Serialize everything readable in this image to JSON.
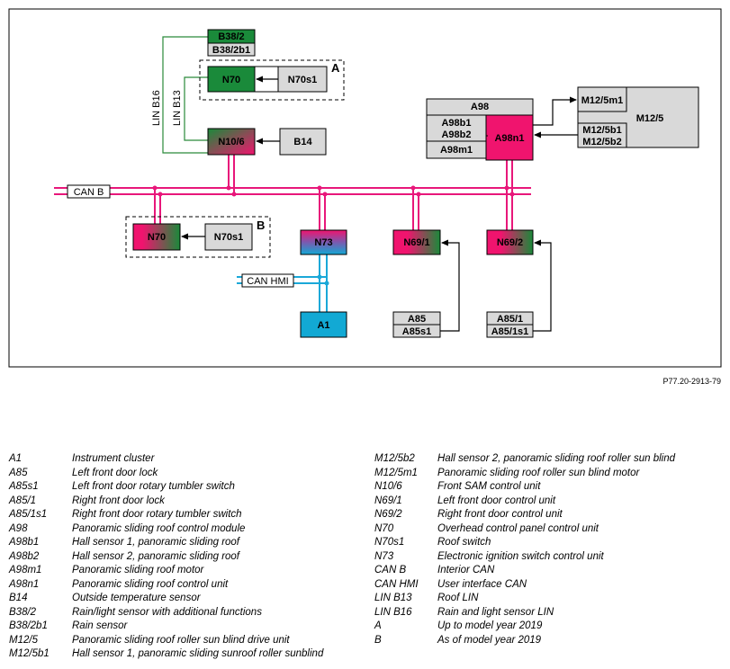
{
  "figure_code": "P77.20-2913-79",
  "components": {
    "B38_2": "B38/2",
    "B38_2b1": "B38/2b1",
    "N70_a": "N70",
    "N70s1_a": "N70s1",
    "group_a": "A",
    "N10_6": "N10/6",
    "B14": "B14",
    "A98": "A98",
    "A98b1": "A98b1",
    "A98b2": "A98b2",
    "A98m1": "A98m1",
    "A98n1": "A98n1",
    "M12_5m1": "M12/5m1",
    "M12_5": "M12/5",
    "M12_5b1": "M12/5b1",
    "M12_5b2": "M12/5b2",
    "N70_b": "N70",
    "N70s1_b": "N70s1",
    "group_b": "B",
    "N73": "N73",
    "N69_1": "N69/1",
    "N69_2": "N69/2",
    "A1": "A1",
    "A85": "A85",
    "A85s1": "A85s1",
    "A85_1": "A85/1",
    "A85_1s1": "A85/1s1"
  },
  "bus_labels": {
    "can_b": "CAN B",
    "can_hmi": "CAN HMI",
    "lin_b16": "LIN B16",
    "lin_b13": "LIN B13"
  },
  "colors": {
    "can_b": "#e8177a",
    "can_hmi": "#1aa8d8",
    "lin": "#2a8a3a",
    "green": "#1a8a3a",
    "magenta": "#f0146e",
    "cyan": "#12a9d4",
    "gray": "#d9d9d9"
  },
  "legend": {
    "left": [
      {
        "code": "A1",
        "desc": "Instrument cluster"
      },
      {
        "code": "A85",
        "desc": "Left front door lock"
      },
      {
        "code": "A85s1",
        "desc": "Left front door rotary tumbler switch"
      },
      {
        "code": "A85/1",
        "desc": "Right front door lock"
      },
      {
        "code": "A85/1s1",
        "desc": "Right front door rotary tumbler switch"
      },
      {
        "code": "A98",
        "desc": "Panoramic sliding roof control module"
      },
      {
        "code": "A98b1",
        "desc": "Hall sensor 1, panoramic sliding roof"
      },
      {
        "code": "A98b2",
        "desc": "Hall sensor 2, panoramic sliding roof"
      },
      {
        "code": "A98m1",
        "desc": "Panoramic sliding roof motor"
      },
      {
        "code": "A98n1",
        "desc": "Panoramic sliding roof control unit"
      },
      {
        "code": "B14",
        "desc": "Outside temperature sensor"
      },
      {
        "code": "B38/2",
        "desc": "Rain/light sensor with additional functions"
      },
      {
        "code": "B38/2b1",
        "desc": "Rain sensor"
      },
      {
        "code": "M12/5",
        "desc": "Panoramic sliding roof roller sun blind drive unit"
      },
      {
        "code": "M12/5b1",
        "desc": "Hall sensor 1, panoramic sliding sunroof roller sunblind"
      }
    ],
    "right": [
      {
        "code": "M12/5b2",
        "desc": "Hall sensor 2, panoramic sliding roof roller sun blind"
      },
      {
        "code": "M12/5m1",
        "desc": "Panoramic sliding roof roller sun blind motor"
      },
      {
        "code": "N10/6",
        "desc": "Front SAM control unit"
      },
      {
        "code": "N69/1",
        "desc": "Left front door control unit"
      },
      {
        "code": "N69/2",
        "desc": "Right front door control unit"
      },
      {
        "code": "N70",
        "desc": "Overhead control panel control unit"
      },
      {
        "code": "N70s1",
        "desc": "Roof switch"
      },
      {
        "code": "N73",
        "desc": "Electronic ignition switch control unit"
      },
      {
        "code": "CAN B",
        "desc": "Interior CAN"
      },
      {
        "code": "CAN HMI",
        "desc": "User interface CAN"
      },
      {
        "code": "LIN B13",
        "desc": "Roof LIN"
      },
      {
        "code": "LIN B16",
        "desc": "Rain and light sensor LIN"
      },
      {
        "code": "A",
        "desc": "Up to model year 2019"
      },
      {
        "code": "B",
        "desc": "As of model year 2019"
      }
    ]
  }
}
